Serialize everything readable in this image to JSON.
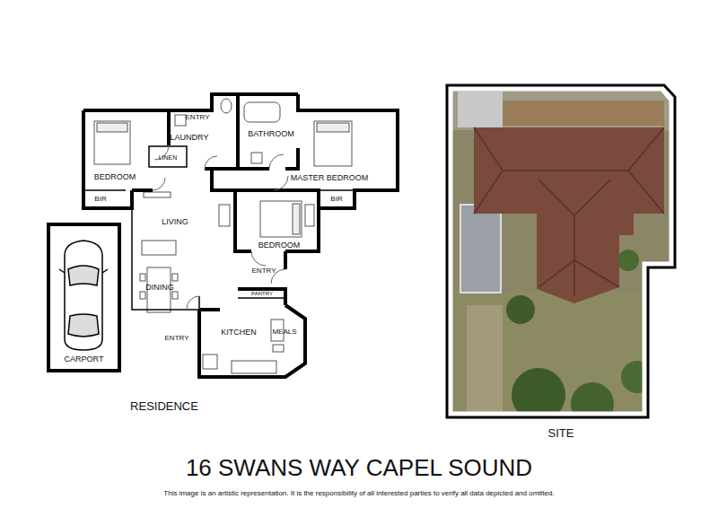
{
  "diagram": {
    "title": "16 SWANS WAY CAPEL SOUND",
    "caption": "This image is an artistic representation. It is the responsibility of all interested parties to verify all data depicted and omitted.",
    "nodes": [
      {
        "text": [
          "CARPORT"
        ]
      },
      {
        "text": [
          "SITE"
        ]
      }
    ],
    "labels": [
      "ENTRY",
      "LAUNDRY",
      "BATHROOM",
      "LINEN",
      "BEDROOM",
      "BIR",
      "MASTER BEDROOM",
      "BIR",
      "LIVING",
      "BEDROOM",
      "ENTRY",
      "DINING",
      "PANTRY",
      "ENTRY",
      "KITCHEN",
      "MEALS",
      "RESIDENCE"
    ]
  }
}
